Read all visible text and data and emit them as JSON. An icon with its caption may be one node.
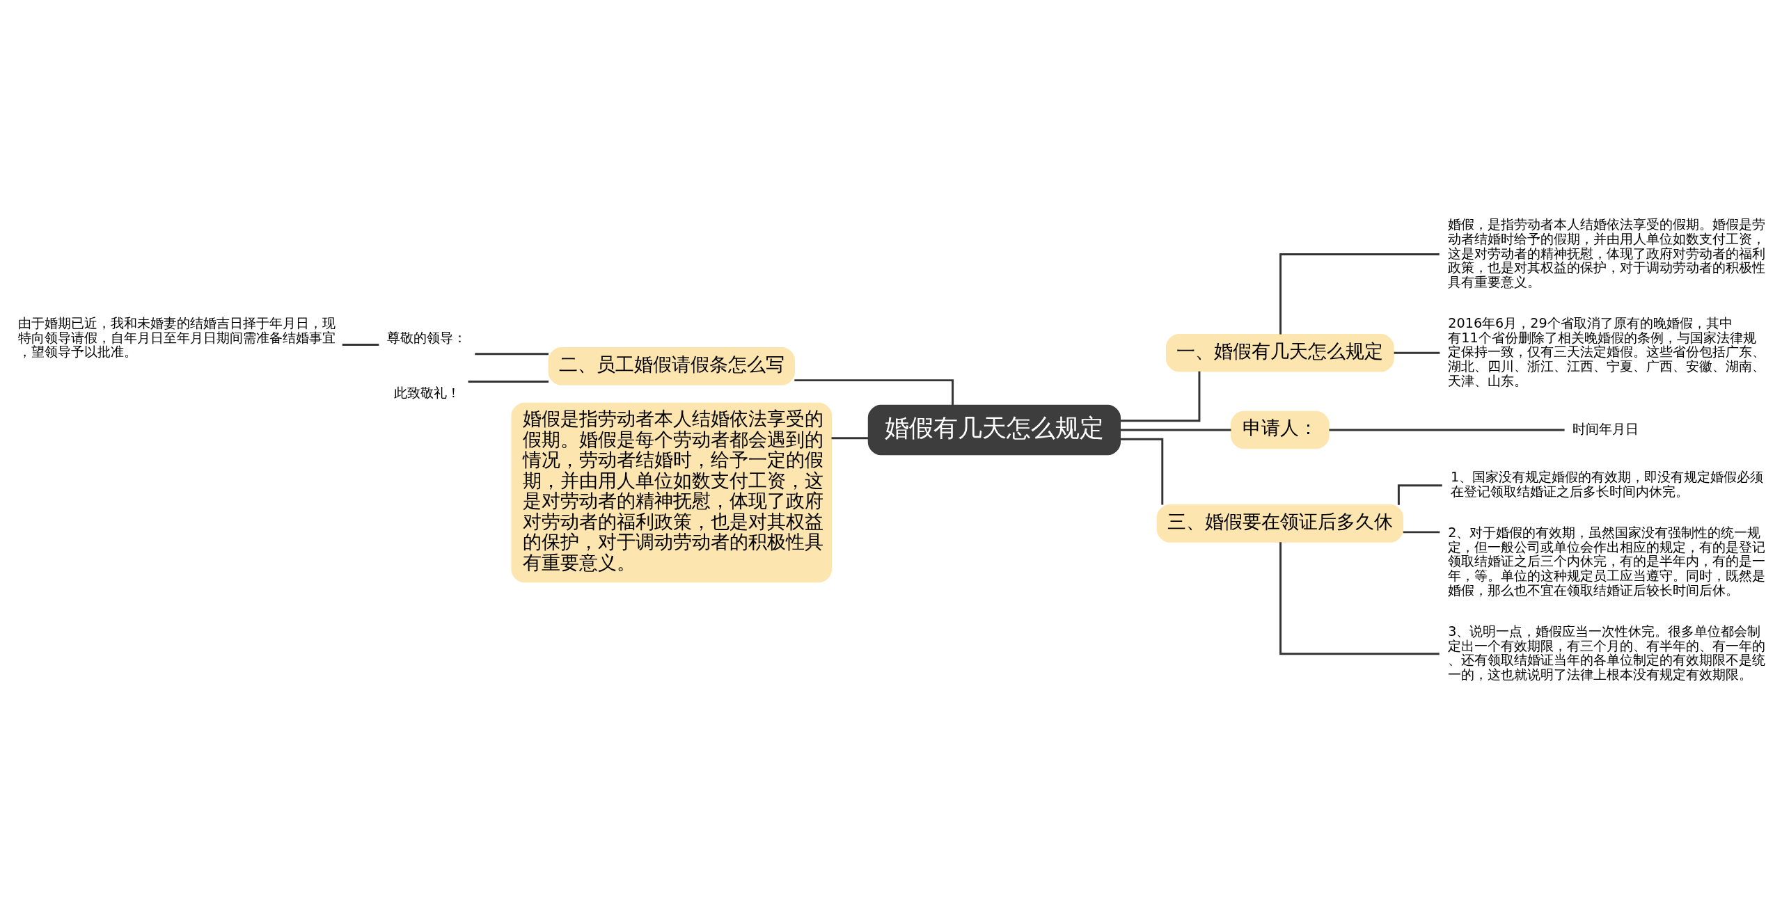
{
  "diagram": {
    "nodes": [
      {
        "text": [
          "婚假有几天怎么规定"
        ]
      },
      {
        "text": [
          "一、婚假有几天怎么规定"
        ]
      },
      {
        "text": [
          "婚假，是指劳动者本人结婚依法享受的假期。婚假是劳动者结婚时给予的假期，并由用人单位如数支付工资，这是对劳动者的精神抚慰，体现了政府对劳动者的福利政策，也是对其权益的保护，对于调动劳动者的积极性具有重要意义。"
        ]
      },
      {
        "text": [
          "2016年6月，29个省取消了原有的晚婚假，其中有11个省份删除了相关晚婚假的条例，与国家法律规定保持一致，仅有三天法定婚假。这些省份包括广东、湖北、四川、浙江、江西、宁夏、广西、安徽、湖南、天津、山东。"
        ]
      },
      {
        "text": [
          "申请人："
        ]
      },
      {
        "text": [
          "时间年月日"
        ]
      },
      {
        "text": [
          "三、婚假要在领证后多久休"
        ]
      },
      {
        "text": [
          "1、国家没有规定婚假的有效期，即没有规定婚假必须在登记领取结婚证之后多长时间内休完。"
        ]
      },
      {
        "text": [
          "2、对于婚假的有效期，虽然国家没有强制性的统一规定，但一般公司或单位会作出相应的规定，有的是登记领取结婚证之后三个内休完，有的是半年内，有的是一年，等。单位的这种规定员工应当遵守。同时，既然是婚假，那么也不宜在领取结婚证后较长时间后休。"
        ]
      },
      {
        "text": [
          "3、说明一点，婚假应当一次性休完。很多单位都会制定出一个有效期限，有三个月的、有半年的、有一年的、还有领取结婚证当年的各单位制定的有效期限不是统一的，这也就说明了法律上根本没有规定有效期限。"
        ]
      },
      {
        "text": [
          "二、员工婚假请假条怎么写"
        ]
      },
      {
        "text": [
          "尊敬的领导："
        ]
      },
      {
        "text": [
          "由于婚期已近，我和未婚妻的结婚吉日择于年月日，现特向领导请假，自年月日至年月日期间需准备结婚事宜，望领导予以批准。"
        ]
      },
      {
        "text": [
          "此致敬礼！"
        ]
      },
      {
        "text": [
          "婚假是指劳动者本人结婚依法享受的假期。婚假是每个劳动者都会遇到的情况，劳动者结婚时，给予一定的假期，并由用人单位如数支付工资，这是对劳动者的精神抚慰，体现了政府对劳动者的福利政策，也是对其权益的保护，对于调动劳动者的积极性具有重要意义。"
        ]
      }
    ],
    "edges": [
      {
        "from": 0,
        "to": 1,
        "arrow": "none"
      },
      {
        "from": 1,
        "to": 2,
        "arrow": "none"
      },
      {
        "from": 1,
        "to": 3,
        "arrow": "none"
      },
      {
        "from": 0,
        "to": 4,
        "arrow": "none"
      },
      {
        "from": 4,
        "to": 5,
        "arrow": "none"
      },
      {
        "from": 0,
        "to": 6,
        "arrow": "none"
      },
      {
        "from": 6,
        "to": 7,
        "arrow": "none"
      },
      {
        "from": 6,
        "to": 8,
        "arrow": "none"
      },
      {
        "from": 6,
        "to": 9,
        "arrow": "none"
      },
      {
        "from": 0,
        "to": 10,
        "arrow": "none"
      },
      {
        "from": 10,
        "to": 11,
        "arrow": "none"
      },
      {
        "from": 11,
        "to": 12,
        "arrow": "none"
      },
      {
        "from": 10,
        "to": 13,
        "arrow": "none"
      },
      {
        "from": 0,
        "to": 14,
        "arrow": "none"
      }
    ]
  }
}
